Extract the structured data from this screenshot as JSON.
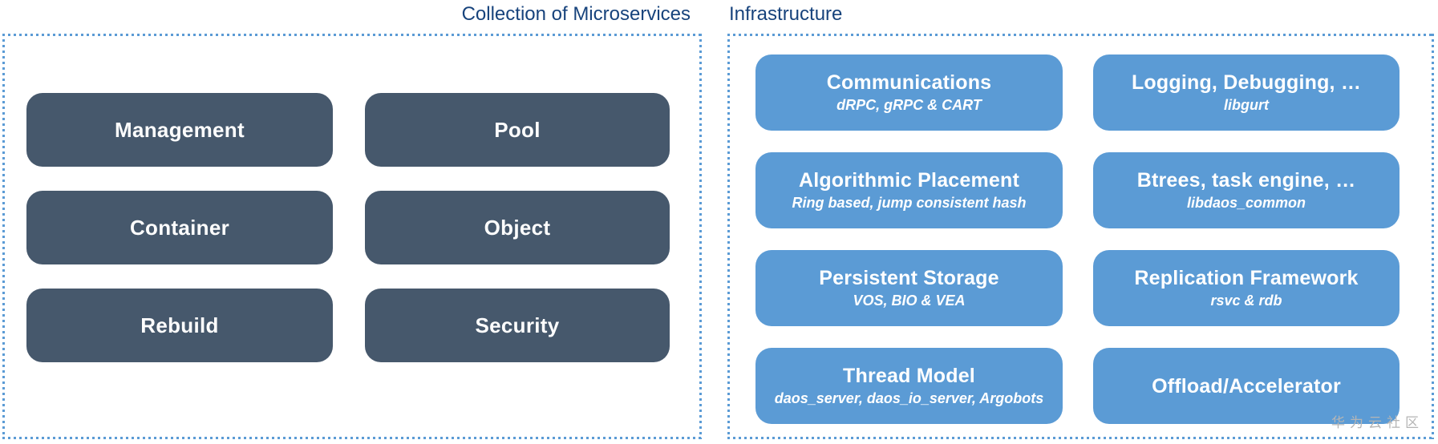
{
  "panels": {
    "microservices": {
      "title": "Collection of Microservices",
      "boxes": [
        "Management",
        "Pool",
        "Container",
        "Object",
        "Rebuild",
        "Security"
      ]
    },
    "infrastructure": {
      "title": "Infrastructure",
      "boxes": [
        {
          "title": "Communications",
          "subtitle": "dRPC, gRPC & CART"
        },
        {
          "title": "Logging, Debugging, …",
          "subtitle": "libgurt"
        },
        {
          "title": "Algorithmic Placement",
          "subtitle": "Ring based, jump consistent hash"
        },
        {
          "title": "Btrees, task engine, …",
          "subtitle": "libdaos_common"
        },
        {
          "title": "Persistent Storage",
          "subtitle": "VOS, BIO & VEA"
        },
        {
          "title": "Replication Framework",
          "subtitle": "rsvc & rdb"
        },
        {
          "title": "Thread Model",
          "subtitle": "daos_server, daos_io_server, Argobots"
        },
        {
          "title": "Offload/Accelerator",
          "subtitle": ""
        }
      ]
    }
  },
  "watermark": "华为云社区",
  "colors": {
    "dark-box": "#46586C",
    "light-box": "#5B9BD5",
    "panel-border": "#5B9BD5",
    "heading": "#17437C",
    "watermark": "#B5B5B5"
  }
}
